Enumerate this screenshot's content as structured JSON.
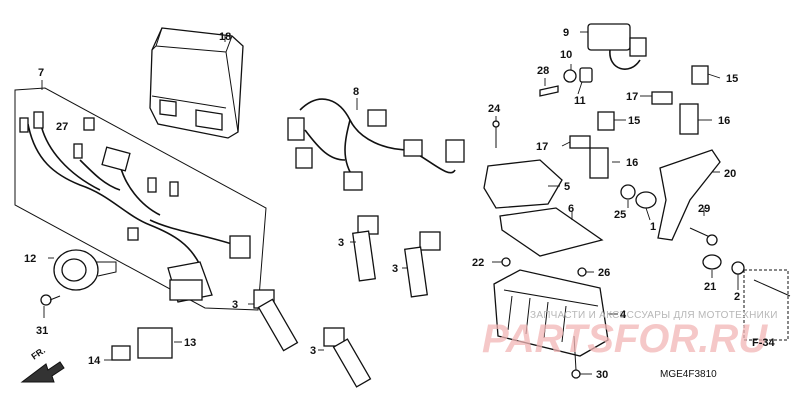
{
  "callouts": [
    {
      "id": "c18",
      "label": "18"
    },
    {
      "id": "c7",
      "label": "7"
    },
    {
      "id": "c27",
      "label": "27"
    },
    {
      "id": "c8",
      "label": "8"
    },
    {
      "id": "c9",
      "label": "9"
    },
    {
      "id": "c10",
      "label": "10"
    },
    {
      "id": "c28",
      "label": "28"
    },
    {
      "id": "c11",
      "label": "11"
    },
    {
      "id": "c15a",
      "label": "15"
    },
    {
      "id": "c17a",
      "label": "17"
    },
    {
      "id": "c15b",
      "label": "15"
    },
    {
      "id": "c16a",
      "label": "16"
    },
    {
      "id": "c24",
      "label": "24"
    },
    {
      "id": "c17b",
      "label": "17"
    },
    {
      "id": "c16b",
      "label": "16"
    },
    {
      "id": "c5",
      "label": "5"
    },
    {
      "id": "c20",
      "label": "20"
    },
    {
      "id": "c25",
      "label": "25"
    },
    {
      "id": "c1",
      "label": "1"
    },
    {
      "id": "c6",
      "label": "6"
    },
    {
      "id": "c29",
      "label": "29"
    },
    {
      "id": "c3a",
      "label": "3"
    },
    {
      "id": "c3b",
      "label": "3"
    },
    {
      "id": "c12",
      "label": "12"
    },
    {
      "id": "c22",
      "label": "22"
    },
    {
      "id": "c26",
      "label": "26"
    },
    {
      "id": "c21",
      "label": "21"
    },
    {
      "id": "c2",
      "label": "2"
    },
    {
      "id": "c31",
      "label": "31"
    },
    {
      "id": "c3c",
      "label": "3"
    },
    {
      "id": "c4",
      "label": "4"
    },
    {
      "id": "c13",
      "label": "13"
    },
    {
      "id": "c3d",
      "label": "3"
    },
    {
      "id": "c14",
      "label": "14"
    },
    {
      "id": "c30",
      "label": "30"
    }
  ],
  "diagram_code": "MGE4F3810",
  "reference_label": "F-34",
  "front_label": "FR.",
  "watermark": {
    "tagline": "ЗАПЧАСТИ И АКСЕССУАРЫ ДЛЯ МОТОТЕХНИКИ",
    "brand": "PARTSFOR.RU"
  }
}
